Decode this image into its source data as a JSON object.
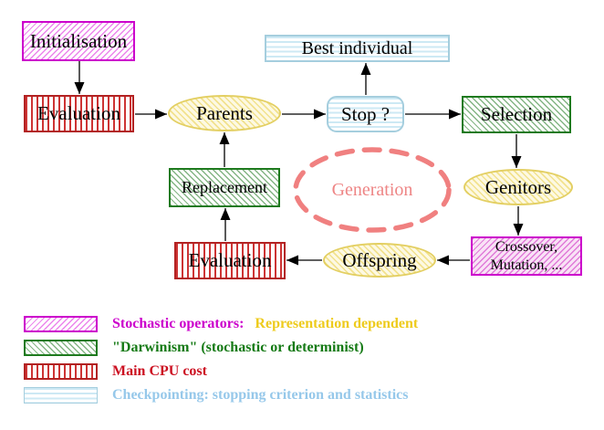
{
  "nodes": {
    "initialisation": {
      "label": "Initialisation"
    },
    "evaluation_top": {
      "label": "Evaluation"
    },
    "parents": {
      "label": "Parents"
    },
    "stop": {
      "label": "Stop ?"
    },
    "best_individual": {
      "label": "Best individual"
    },
    "selection": {
      "label": "Selection"
    },
    "replacement": {
      "label": "Replacement"
    },
    "generation": {
      "label": "Generation"
    },
    "genitors": {
      "label": "Genitors"
    },
    "offspring": {
      "label": "Offspring"
    },
    "evaluation_bottom": {
      "label": "Evaluation"
    },
    "crossover_mutation": {
      "line1": "Crossover,",
      "line2": "Mutation, ..."
    }
  },
  "legend": {
    "items": [
      {
        "swatch": "magenta-diagonal-hatch",
        "label_primary": "Stochastic operators:",
        "label_secondary": "Representation dependent",
        "primary_color": "#cc00cc",
        "secondary_color": "#eecb1c"
      },
      {
        "swatch": "green-diagonal-hatch",
        "label": "\"Darwinism\" (stochastic or determinist)",
        "color": "#157a15"
      },
      {
        "swatch": "red-vertical-stripes",
        "label": "Main CPU cost",
        "color": "#cc1122"
      },
      {
        "swatch": "cyan-horizontal-stripes",
        "label": "Checkpointing: stopping criterion and statistics",
        "color": "#96c8ea"
      }
    ]
  },
  "colors": {
    "magenta": "#cc00cc",
    "red": "#b22222",
    "green": "#1e7a1e",
    "yellow_border": "#e3cf62",
    "cyan_border": "#a5cede",
    "salmon": "#f08080",
    "arrow": "#000000",
    "background": "#ffffff"
  }
}
